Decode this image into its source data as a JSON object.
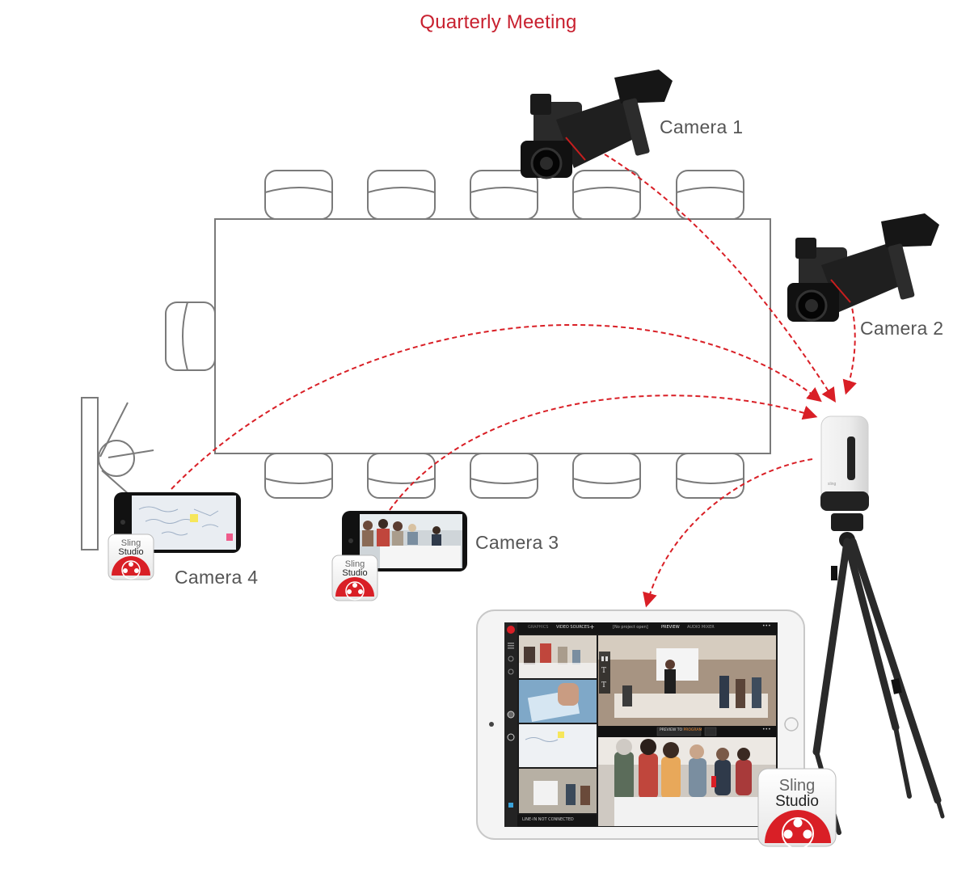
{
  "title": "Quarterly Meeting",
  "colors": {
    "title": "#c8202f",
    "accent": "#d91f26",
    "label": "#555555",
    "furniture": "#7a7a7a"
  },
  "cameras": [
    {
      "id": "camera-1",
      "label": "Camera 1",
      "kind": "camcorder"
    },
    {
      "id": "camera-2",
      "label": "Camera 2",
      "kind": "camcorder"
    },
    {
      "id": "camera-3",
      "label": "Camera 3",
      "kind": "phone"
    },
    {
      "id": "camera-4",
      "label": "Camera 4",
      "kind": "phone"
    }
  ],
  "devices": {
    "hub": {
      "name": "Sling Studio hub",
      "mount": "tripod"
    },
    "console": {
      "name": "tablet console"
    }
  },
  "app_badge": {
    "line1": "Sling",
    "line2": "Studio"
  },
  "console_ui": {
    "tabs": [
      "GRAPHICS",
      "VIDEO SOURCES",
      "+"
    ],
    "project": "[No project open]",
    "preview": "PREVIEW",
    "audio_mixer": "AUDIO MIXER",
    "preview_to_program": {
      "prefix": "PREVIEW TO ",
      "highlight": "PROGRAM"
    },
    "line_in_status": "LINE-IN NOT CONNECTED",
    "more": "•••"
  },
  "connections": [
    {
      "from": "camera-1",
      "to": "hub",
      "style": "dashed-arrow"
    },
    {
      "from": "camera-2",
      "to": "hub",
      "style": "dashed-arrow"
    },
    {
      "from": "camera-3",
      "to": "hub",
      "style": "dashed-arrow"
    },
    {
      "from": "camera-4",
      "to": "hub",
      "style": "dashed-arrow"
    },
    {
      "from": "hub",
      "to": "console",
      "style": "dashed-arrow"
    }
  ]
}
